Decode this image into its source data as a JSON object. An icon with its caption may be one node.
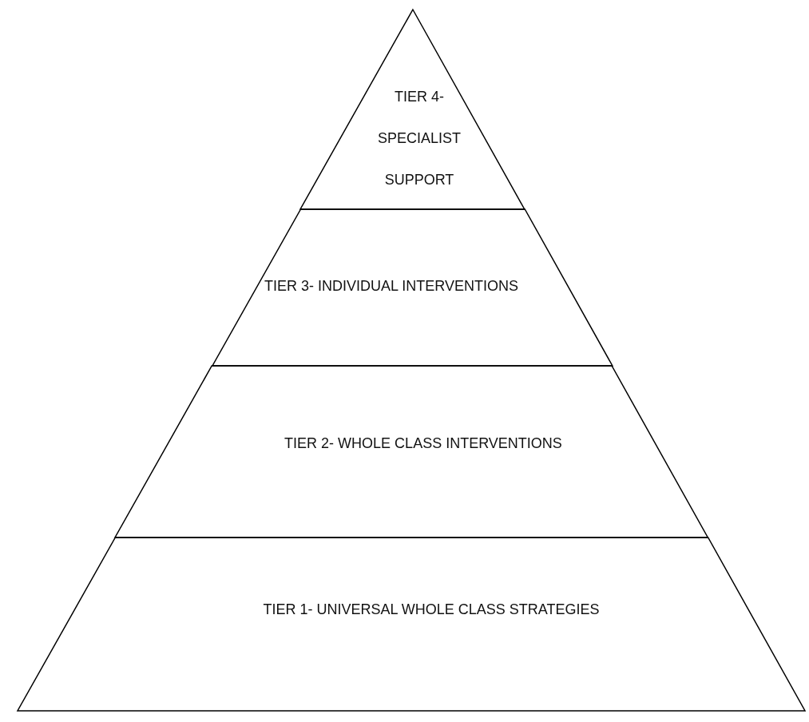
{
  "diagram": {
    "nodes": [
      {
        "text": [
          "TIER 4- SPECIALIST SUPPORT"
        ]
      },
      {
        "text": [
          "TIER 3- INDIVIDUAL INTERVENTIONS"
        ]
      },
      {
        "text": [
          "TIER 2- WHOLE CLASS INTERVENTIONS"
        ]
      },
      {
        "text": [
          "TIER 1- UNIVERSAL WHOLE CLASS STRATEGIES"
        ]
      }
    ],
    "edges": []
  }
}
